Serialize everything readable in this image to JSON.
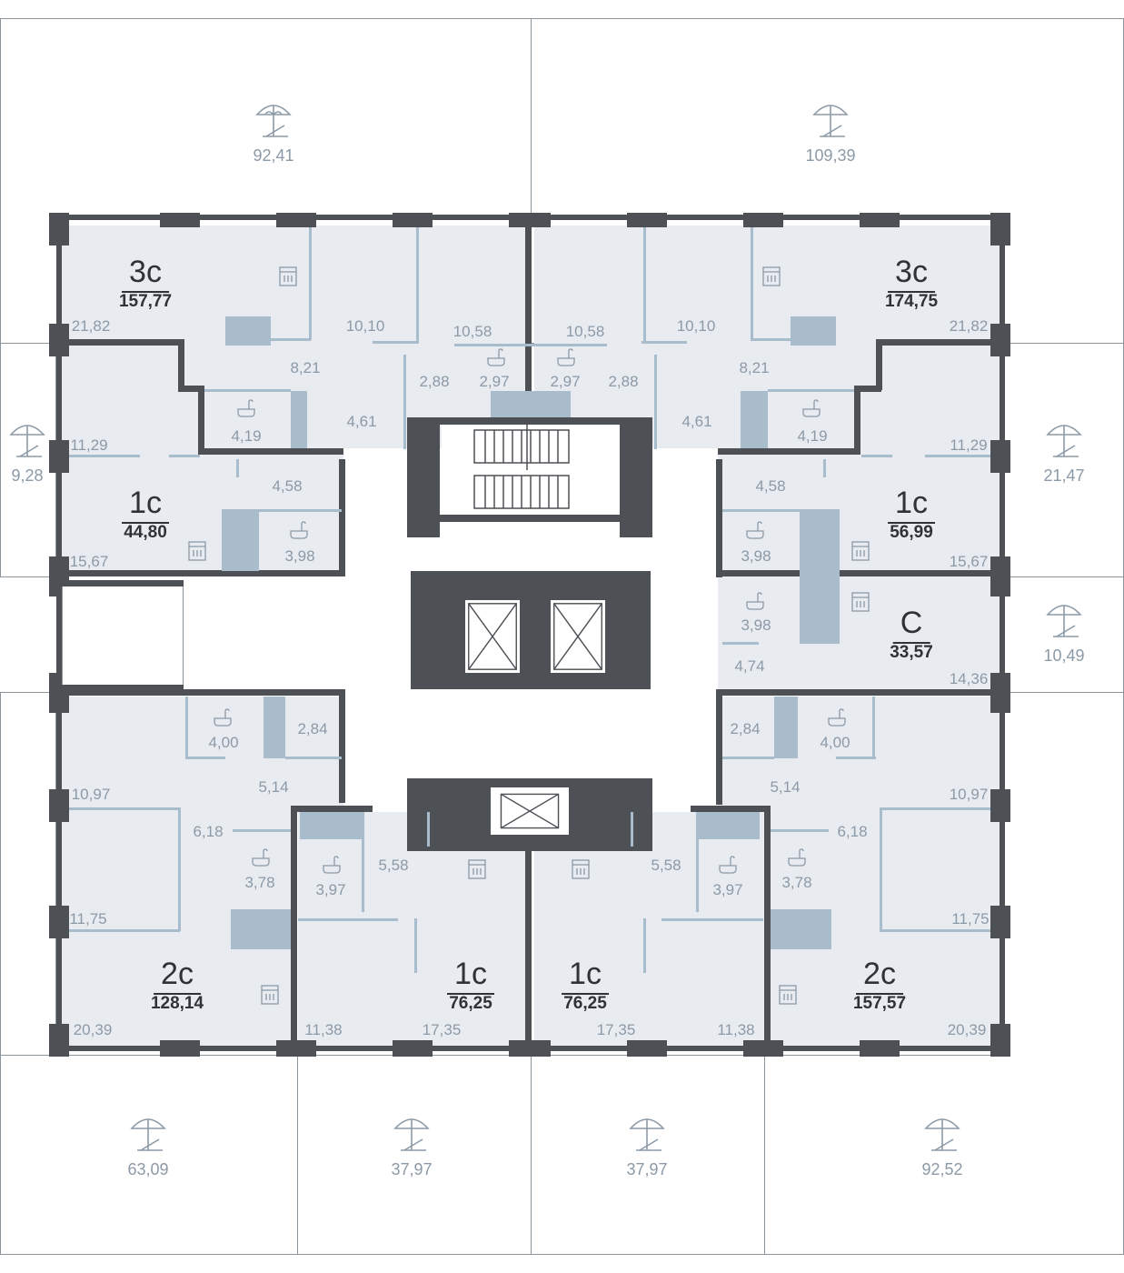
{
  "terraces": [
    {
      "id": "t1",
      "area": "92,41"
    },
    {
      "id": "t2",
      "area": "109,39"
    },
    {
      "id": "t3",
      "area": "9,28"
    },
    {
      "id": "t4",
      "area": "21,47"
    },
    {
      "id": "t5",
      "area": "10,49"
    },
    {
      "id": "t6",
      "area": "63,09"
    },
    {
      "id": "t7",
      "area": "37,97"
    },
    {
      "id": "t8",
      "area": "37,97"
    },
    {
      "id": "t9",
      "area": "92,52"
    }
  ],
  "apartments": [
    {
      "id": "a1",
      "type": "3с",
      "area": "157,77"
    },
    {
      "id": "a2",
      "type": "3с",
      "area": "174,75"
    },
    {
      "id": "a3",
      "type": "1с",
      "area": "44,80"
    },
    {
      "id": "a4",
      "type": "1с",
      "area": "56,99"
    },
    {
      "id": "a5",
      "type": "С",
      "area": "33,57"
    },
    {
      "id": "a6",
      "type": "2с",
      "area": "128,14"
    },
    {
      "id": "a7",
      "type": "1с",
      "area": "76,25"
    },
    {
      "id": "a8",
      "type": "1с",
      "area": "76,25"
    },
    {
      "id": "a9",
      "type": "2с",
      "area": "157,57"
    }
  ],
  "rooms": [
    "21,82",
    "10,10",
    "10,58",
    "10,58",
    "10,10",
    "21,82",
    "8,21",
    "2,88",
    "2,97",
    "2,97",
    "2,88",
    "8,21",
    "4,19",
    "4,61",
    "4,61",
    "4,19",
    "11,29",
    "4,58",
    "15,67",
    "3,98",
    "11,29",
    "4,58",
    "3,98",
    "15,67",
    "3,98",
    "4,74",
    "14,36",
    "4,00",
    "2,84",
    "5,14",
    "10,97",
    "6,18",
    "3,78",
    "11,75",
    "20,39",
    "3,97",
    "5,58",
    "11,38",
    "17,35",
    "5,58",
    "3,97",
    "17,35",
    "11,38",
    "2,84",
    "4,00",
    "5,14",
    "10,97",
    "6,18",
    "3,78",
    "11,75",
    "20,39"
  ]
}
